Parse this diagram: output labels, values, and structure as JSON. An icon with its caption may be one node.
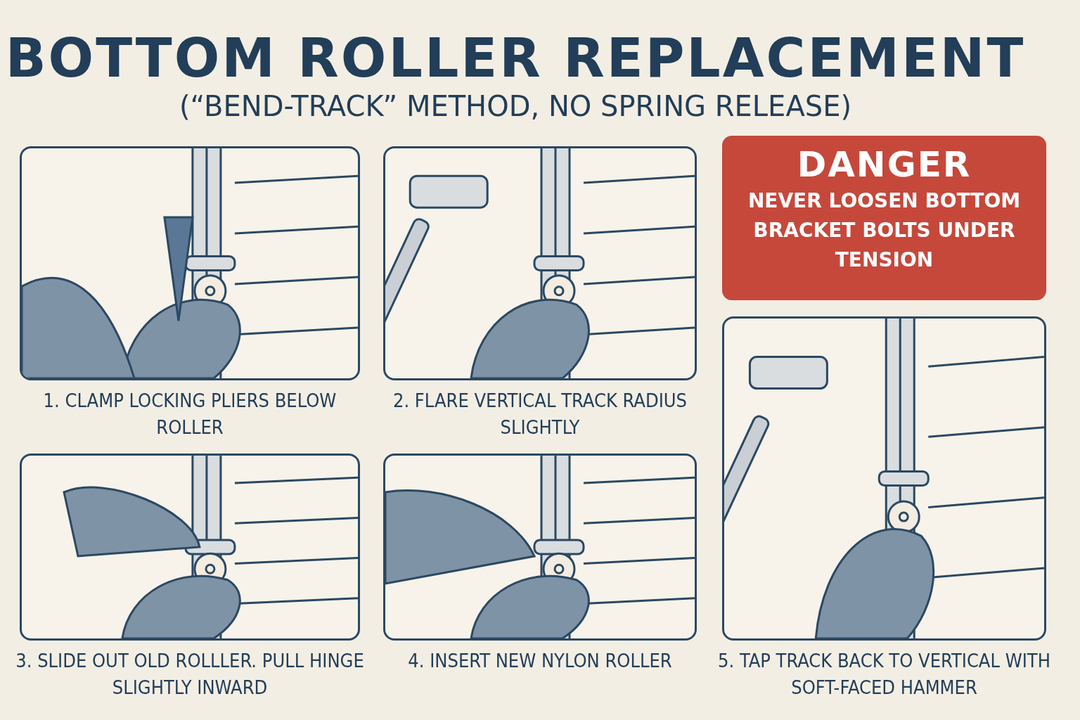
{
  "diagram": {
    "title": "BOTTOM ROLLER REPLACEMENT",
    "caption": "(“BEND-TRACK” METHOD, NO SPRING RELEASE)",
    "nodes": [
      {
        "text": [
          "1. CLAMP LOCKING PLIERS BELOW ROLLER"
        ]
      },
      {
        "text": [
          "2. FLARE VERTICAL TRACK RADIUS SLIGHTLY"
        ]
      },
      {
        "text": [
          "DANGER",
          "NEVER LOOSEN BOTTOM BRACKET BOLTS UNDER TENSION"
        ]
      },
      {
        "text": [
          "3. SLIDE OUT OLD ROLLLER. PULL HINGE SLIGHTLY INWARD"
        ]
      },
      {
        "text": [
          "4. INSERT NEW NYLON ROLLER"
        ]
      },
      {
        "text": [
          "5. TAP TRACK BACK TO VERTICAL WITH SOFT-FACED HAMMER"
        ]
      }
    ],
    "edges": []
  }
}
